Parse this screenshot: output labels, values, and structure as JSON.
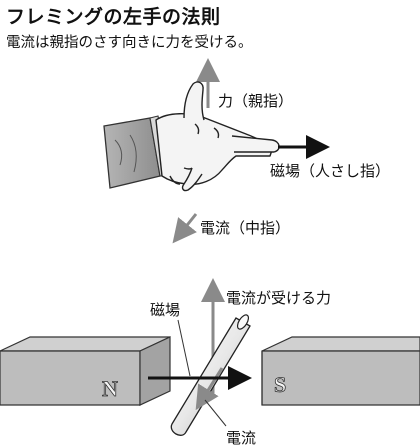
{
  "title": "フレミングの左手の法則",
  "subtitle": "電流は親指のさす向きに力を受ける。",
  "hand_labels": {
    "force": "力（親指）",
    "field": "磁場（人さし指）",
    "current": "電流（中指）"
  },
  "motor_labels": {
    "field": "磁場",
    "force": "電流が受ける力",
    "current": "電流",
    "north": "N",
    "south": "S"
  }
}
